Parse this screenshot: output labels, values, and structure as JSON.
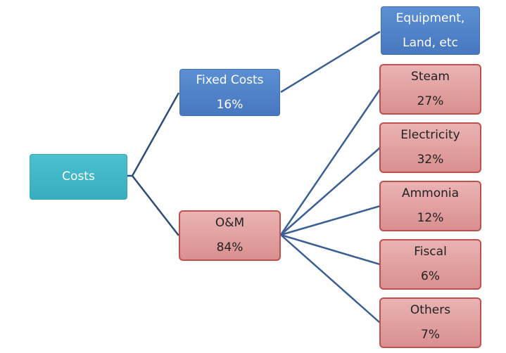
{
  "diagram": {
    "root": {
      "label": "Costs"
    },
    "fixed": {
      "label": "Fixed Costs",
      "value": "16%"
    },
    "om": {
      "label": "O&M",
      "value": "84%"
    },
    "equipment": {
      "label": "Equipment,",
      "label2": "Land, etc"
    },
    "steam": {
      "label": "Steam",
      "value": "27%"
    },
    "electricity": {
      "label": "Electricity",
      "value": "32%"
    },
    "ammonia": {
      "label": "Ammonia",
      "value": "12%"
    },
    "fiscal": {
      "label": "Fiscal",
      "value": "6%"
    },
    "others": {
      "label": "Others",
      "value": "7%"
    }
  }
}
